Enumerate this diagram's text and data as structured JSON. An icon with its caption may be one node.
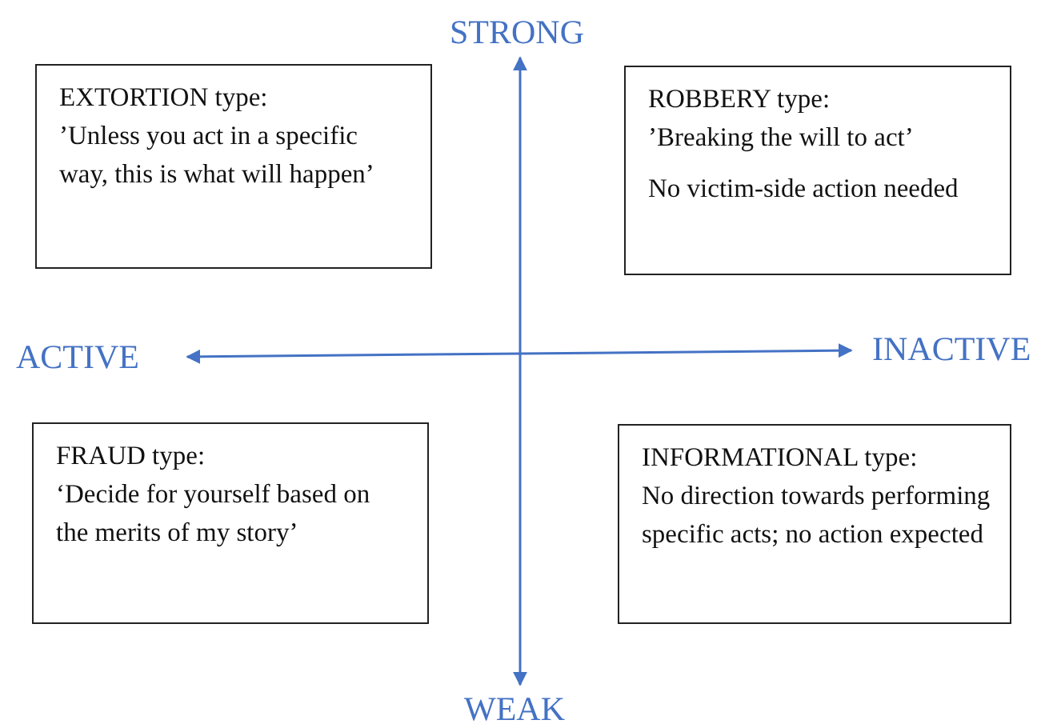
{
  "diagram": {
    "nodes": [
      {
        "text": [
          "EXTORTION type:",
          "’Unless you act in a specific way, this is what will happen’"
        ]
      },
      {
        "text": [
          "ROBBERY type:",
          "’Breaking the will to act’",
          "No victim-side action needed"
        ]
      },
      {
        "text": [
          "FRAUD type:",
          "‘Decide for yourself based on the merits of my story’"
        ]
      },
      {
        "text": [
          "INFORMATIONAL type:",
          "No direction towards performing specific acts; no action expected"
        ]
      }
    ],
    "labels": [
      "STRONG",
      "ACTIVE",
      "INACTIVE",
      "WEAK"
    ]
  }
}
